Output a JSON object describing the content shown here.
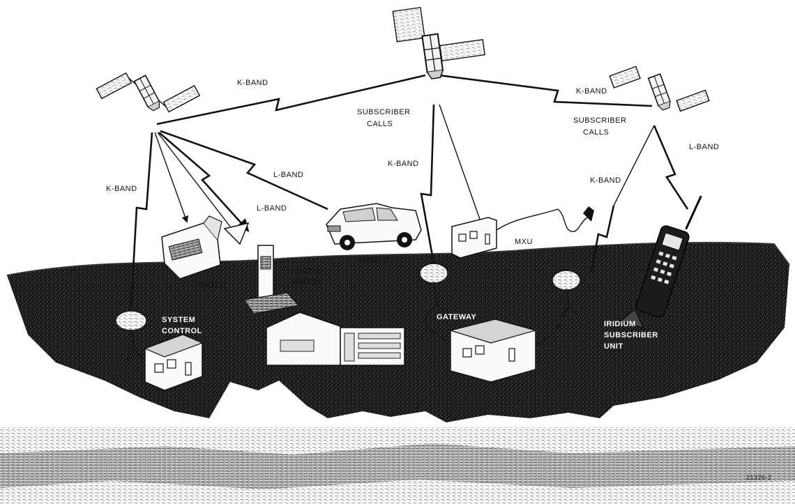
{
  "labels": {
    "k_band_left": "K-BAND",
    "k_band_right": "K-BAND",
    "subscriber_calls_center": [
      "SUBSCRIBER",
      "CALLS"
    ],
    "subscriber_calls_right": [
      "SUBSCRIBER",
      "CALLS"
    ],
    "l_band_right": "L-BAND",
    "k_band_gateway": "K-BAND",
    "k_band_down_left": "K-BAND",
    "l_band_mobile": "L-BAND",
    "l_band_booth": "L-BAND",
    "k_band_subscriber": "K-BAND",
    "mxu": "MXU",
    "mobile": "MOBILE",
    "phone_booth": [
      "PHONE",
      "BOOTH"
    ],
    "pager": "PAGER",
    "system_control": [
      "SYSTEM",
      "CONTROL"
    ],
    "gateway": "GATEWAY",
    "iridium_subscriber_unit": [
      "IRIDIUM",
      "SUBSCRIBER",
      "UNIT"
    ],
    "figure_number": "21326-2"
  },
  "nodes": [
    {
      "id": "satellite-left",
      "kind": "satellite"
    },
    {
      "id": "satellite-center",
      "kind": "satellite"
    },
    {
      "id": "satellite-right",
      "kind": "satellite"
    },
    {
      "id": "system-control",
      "kind": "ground station"
    },
    {
      "id": "pager",
      "kind": "pager"
    },
    {
      "id": "phone-booth",
      "kind": "phone booth"
    },
    {
      "id": "mobile",
      "kind": "car"
    },
    {
      "id": "gateway",
      "kind": "ground station"
    },
    {
      "id": "mxu",
      "kind": "multi-line unit"
    },
    {
      "id": "iridium-subscriber-unit",
      "kind": "handset"
    }
  ],
  "links": [
    {
      "from": "satellite-left",
      "to": "satellite-center",
      "band": "K-BAND"
    },
    {
      "from": "satellite-center",
      "to": "satellite-right",
      "band": "K-BAND"
    },
    {
      "from": "satellite-left",
      "to": "system-control",
      "band": "K-BAND"
    },
    {
      "from": "satellite-left",
      "to": "pager"
    },
    {
      "from": "satellite-left",
      "to": "phone-booth",
      "band": "L-BAND"
    },
    {
      "from": "satellite-left",
      "to": "mobile",
      "band": "L-BAND"
    },
    {
      "from": "satellite-center",
      "to": "gateway",
      "band": "K-BAND"
    },
    {
      "from": "satellite-center",
      "to": "mxu"
    },
    {
      "from": "satellite-right",
      "to": "iridium-subscriber-unit",
      "band": "L-BAND"
    },
    {
      "from": "satellite-right",
      "to": "gateway",
      "band": "K-BAND"
    }
  ]
}
